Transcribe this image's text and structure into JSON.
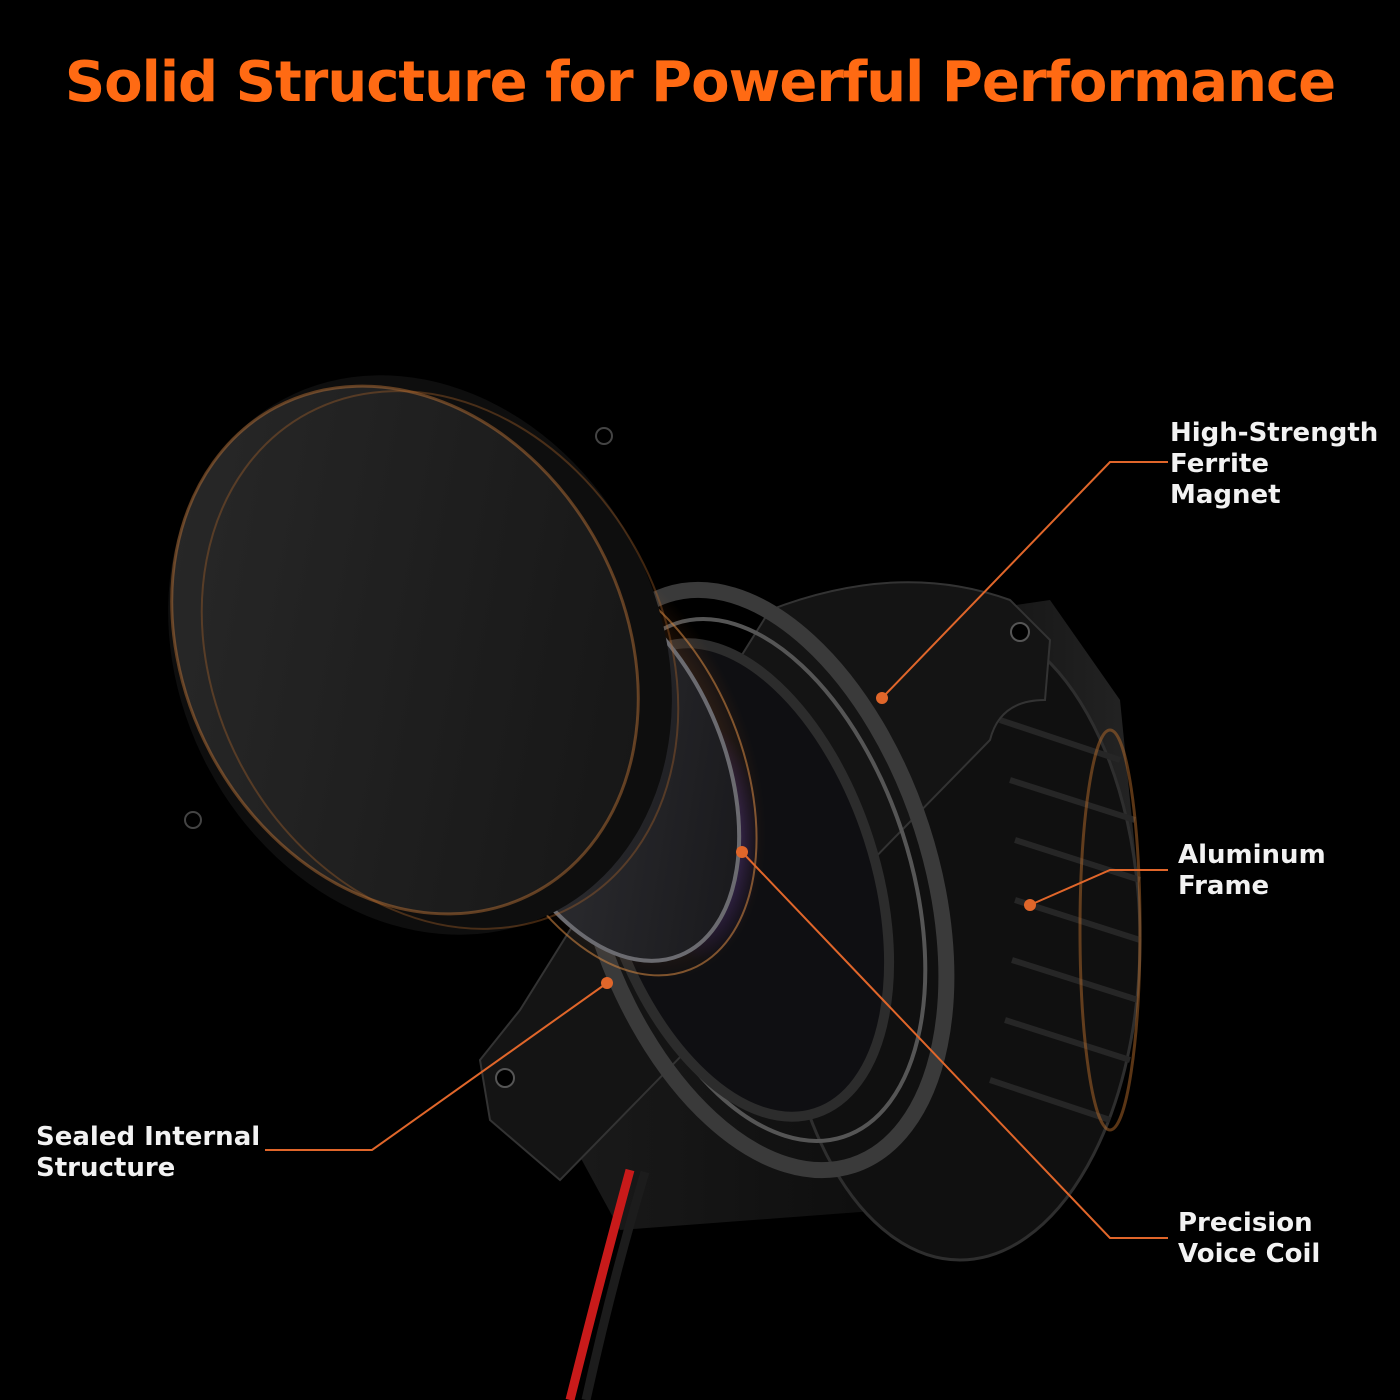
{
  "headline": "Solid Structure for Powerful Performance",
  "colors": {
    "headline": "#ff6a13",
    "leader_line": "#e0662a",
    "label_text": "#f2f2f2",
    "background": "#000000"
  },
  "callouts": {
    "magnet": {
      "line1": "High-Strength",
      "line2": "Ferrite",
      "line3": "Magnet"
    },
    "frame": {
      "line1": "Aluminum",
      "line2": "Frame"
    },
    "sealed": {
      "line1": "Sealed Internal",
      "line2": "Structure"
    },
    "coil": {
      "line1": "Precision",
      "line2": "Voice Coil"
    }
  }
}
